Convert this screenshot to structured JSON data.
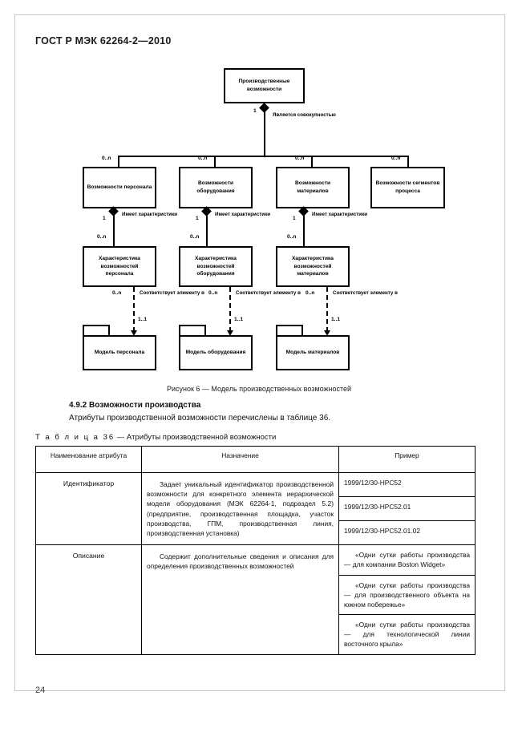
{
  "document": {
    "header": "ГОСТ Р МЭК 62264-2—2010",
    "page_number": "24"
  },
  "figure": {
    "caption": "Рисунок 6 — Модель производственных возможностей",
    "nodes": {
      "root": "Производственные возможности",
      "capability_personnel": "Возможности персонала",
      "capability_equipment": "Возможности оборудования",
      "capability_material": "Возможности материалов",
      "capability_process_segment": "Возможности сегментов процесса",
      "property_personnel": "Характеристика возможностей персонала",
      "property_equipment": "Характеристика возможностей оборудования",
      "property_material": "Характеристика возможностей материалов",
      "model_personnel": "Модель персонала",
      "model_equipment": "Модель оборудования",
      "model_material": "Модель материалов"
    },
    "relations": {
      "is_made_up_of": "Является совокупностью",
      "has_properties": "Имеет характеристики",
      "maps_to": "Соответствует элементу в"
    },
    "multiplicities": {
      "one": "1",
      "zero_to_n": "0..n",
      "one_to_one": "1..1"
    }
  },
  "section": {
    "heading": "4.9.2 Возможности производства",
    "paragraph": "Атрибуты производственной возможности перечислены в таблице 36."
  },
  "table": {
    "caption_label": "Т а б л и ц а  36",
    "caption_text": " — Атрибуты производственной возможности",
    "headers": [
      "Наименование атрибута",
      "Назначение",
      "Пример"
    ],
    "rows": [
      {
        "attribute": "Идентификатор",
        "purpose": "Задает уникальный идентификатор производственной возможности для конкретного элемента иерархической модели оборудования (МЭК 62264-1, подраздел 5.2) (предприятие, производственная площадка, участок производства, ГПМ, производственная линия, производственная установка)",
        "examples": [
          "1999/12/30-HPC52",
          "1999/12/30-HPC52.01",
          "1999/12/30-HPC52.01.02"
        ]
      },
      {
        "attribute": "Описание",
        "purpose": "Содержит дополнительные сведения и описания для определения производственных возможностей",
        "examples": [
          "«Одни сутки работы производства — для компании Boston Widget»",
          "«Одни сутки работы производства — для производственного объекта на южном побережье»",
          "«Одни сутки работы производства — для технологической линии восточного крыла»"
        ]
      }
    ]
  }
}
